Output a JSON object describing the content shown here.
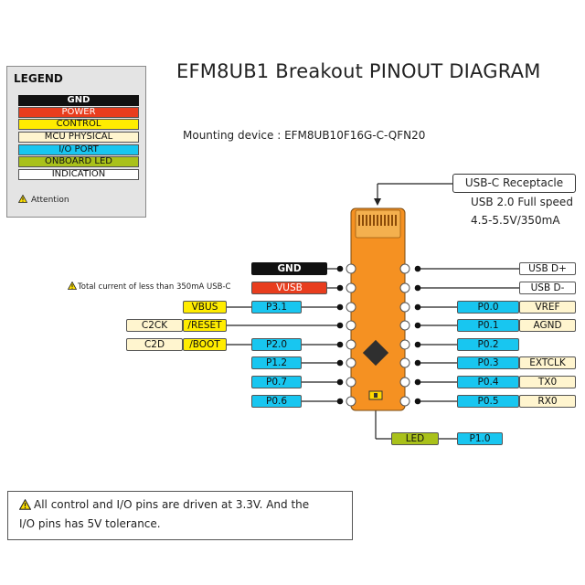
{
  "title": "EFM8UB1 Breakout PINOUT DIAGRAM",
  "mounting_device": "Mounting device : EFM8UB10F16G-C-QFN20",
  "legend": {
    "title": "LEGEND",
    "items": [
      {
        "label": "GND",
        "color": "#111111"
      },
      {
        "label": "POWER",
        "color": "#e83d1e"
      },
      {
        "label": "CONTROL",
        "color": "#ffec00"
      },
      {
        "label": "MCU PHYSICAL",
        "color": "#fff5cf"
      },
      {
        "label": "I/O PORT",
        "color": "#18c6f0"
      },
      {
        "label": "ONBOARD LED",
        "color": "#a9c11a"
      },
      {
        "label": "INDICATION",
        "color": "#ffffff"
      }
    ],
    "attention": "Attention"
  },
  "usb": {
    "label": "USB-C Receptacle",
    "spec1": "USB 2.0 Full speed",
    "spec2": "4.5-5.5V/350mA"
  },
  "left_pins": {
    "gnd": "GND",
    "vusb": "VUSB",
    "p31": "P3.1",
    "vbus": "VBUS",
    "reset": "/RESET",
    "c2ck": "C2CK",
    "p20": "P2.0",
    "boot": "/BOOT",
    "c2d": "C2D",
    "p12": "P1.2",
    "p07": "P0.7",
    "p06": "P0.6"
  },
  "right_pins": {
    "usbdp": "USB D+",
    "usbdm": "USB D-",
    "p00": "P0.0",
    "vref": "VREF",
    "p01": "P0.1",
    "agnd": "AGND",
    "p02": "P0.2",
    "p03": "P0.3",
    "extclk": "EXTCLK",
    "p04": "P0.4",
    "tx0": "TX0",
    "p05": "P0.5",
    "rx0": "RX0"
  },
  "led_pins": {
    "led": "LED",
    "p10": "P1.0"
  },
  "vusb_note": "Total current of less than 350mA USB-C",
  "bottom_note": {
    "line1": "All control and I/O pins are driven at 3.3V. And the",
    "line2": "I/O pins has 5V tolerance."
  },
  "colors": {
    "board": "#f59122",
    "board_border": "#7a4a10",
    "mcu_chip": "#2f2f2f",
    "onboard_led": "#ffd800"
  },
  "icons": {
    "attention": "warning-triangle-icon"
  }
}
